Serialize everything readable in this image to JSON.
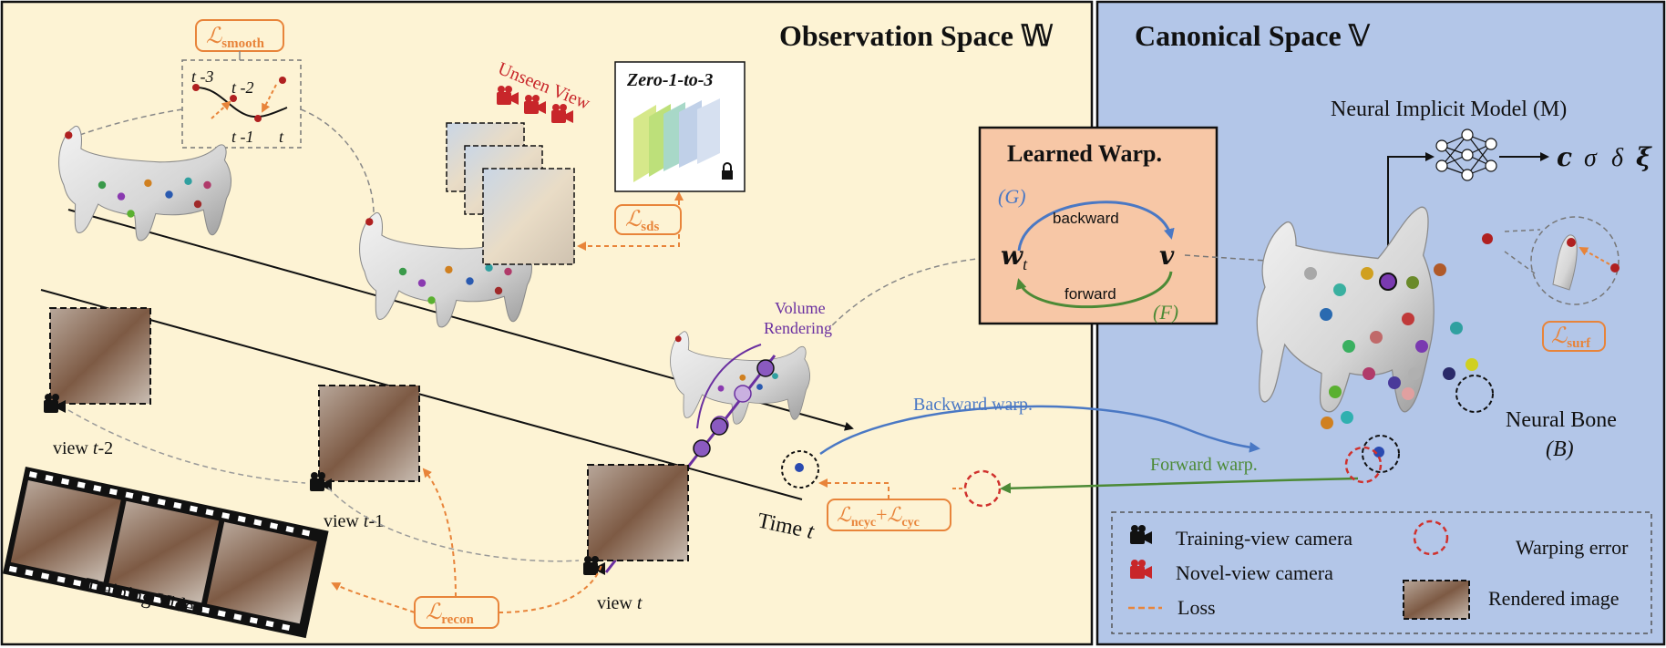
{
  "observation": {
    "title": "Observation Space 𝕎",
    "bg_color": "#fdf3d4",
    "time_axis_label": "Time t",
    "time_label_prefix": "Time ",
    "time_label_var": "t",
    "frame_labels": [
      "t -3",
      "t -2",
      "t -1",
      "t"
    ],
    "unseen_view": "Unseen View",
    "zero123": "Zero-1-to-3",
    "volume_rendering": [
      "Volume",
      "Rendering"
    ],
    "training_video": "Training Video",
    "views": [
      {
        "prefix": "view ",
        "var": "t",
        "suffix": "-2"
      },
      {
        "prefix": "view ",
        "var": "t",
        "suffix": "-1"
      },
      {
        "prefix": "view ",
        "var": "t",
        "suffix": ""
      }
    ],
    "losses": {
      "smooth": {
        "main": "ℒ",
        "sub": "smooth"
      },
      "sds": {
        "main": "ℒ",
        "sub": "sds"
      },
      "recon": {
        "main": "ℒ",
        "sub": "recon"
      },
      "cycle": {
        "main1": "ℒ",
        "sub1": "ncyc",
        "plus": "+",
        "main2": "ℒ",
        "sub2": "cyc"
      }
    }
  },
  "warp": {
    "title": "Learned Warp.",
    "bg_color": "#f7c7a6",
    "w_label": "𝒘",
    "w_sub": "t",
    "v_label": "𝒗",
    "G_label": "(G)",
    "F_label": "(F)",
    "backward": "backward",
    "forward": "forward",
    "backward_warp": "Backward warp.",
    "forward_warp": "Forward warp."
  },
  "canonical": {
    "title": "Canonical Space 𝕍",
    "bg_color": "#b3c6e8",
    "implicit_model": "Neural Implicit Model (M)",
    "outputs": [
      "𝒄",
      "σ",
      "δ",
      "𝝃"
    ],
    "neural_bone": "Neural Bone",
    "bone_symbol": "(B)",
    "surf_loss": {
      "main": "ℒ",
      "sub": "surf"
    }
  },
  "legend": {
    "training_camera": "Training-view camera",
    "novel_camera": "Novel-view camera",
    "loss": "Loss",
    "warping_error": "Warping error",
    "rendered_image": "Rendered image"
  },
  "colors": {
    "loss_orange": "#e8843a",
    "backward_blue": "#4a78c4",
    "forward_green": "#4c8a36",
    "error_red": "#d0312d",
    "purple": "#6a2fa0",
    "novel_camera_red": "#c8262a"
  }
}
